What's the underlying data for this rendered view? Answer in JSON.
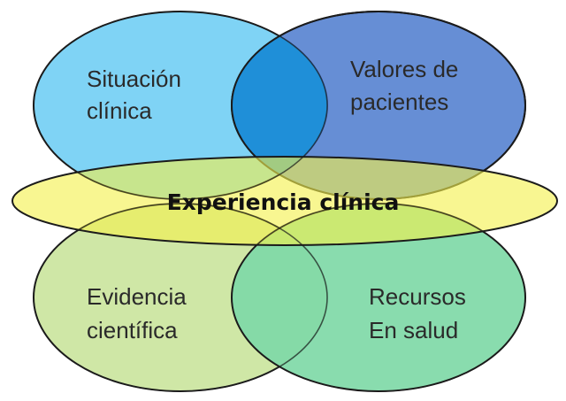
{
  "circles": {
    "situacion": {
      "line1": "Situación",
      "line2": "clínica",
      "color": "#7fd3f5"
    },
    "valores": {
      "line1": "Valores de",
      "line2": "pacientes",
      "color": "#3b6ec9"
    },
    "evidencia": {
      "line1": "Evidencia",
      "line2": "científica",
      "color": "#cfe7a6"
    },
    "recursos": {
      "line1": "Recursos",
      "line2": "En salud",
      "color": "#7fd9a7"
    }
  },
  "center": {
    "label": "Experiencia clínica",
    "color": "#f3f04e"
  }
}
